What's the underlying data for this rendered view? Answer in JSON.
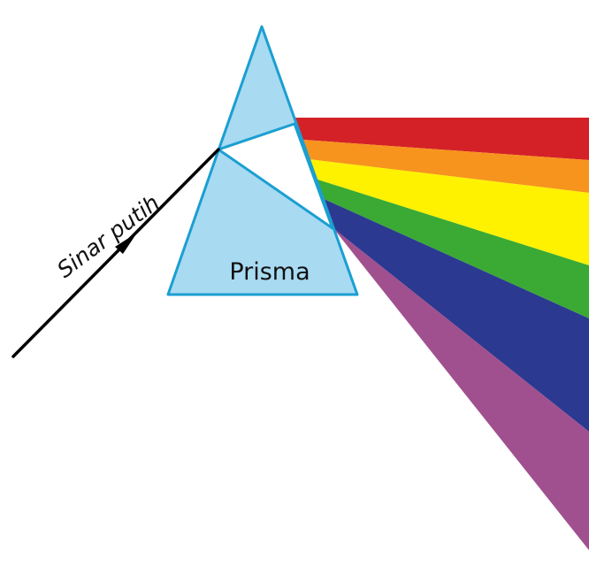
{
  "diagram": {
    "labels": {
      "incoming_ray": "Sinar putih",
      "prism": "Prisma"
    },
    "colors": {
      "background": "#ffffff",
      "prism_fill": "#a8daf2",
      "prism_stroke": "#1b9fd1",
      "inner_light_path": "#ffffff",
      "ray_line": "#000000",
      "spectrum": [
        {
          "color_name": "red",
          "hex": "#d42127"
        },
        {
          "color_name": "orange",
          "hex": "#f7941d"
        },
        {
          "color_name": "yellow",
          "hex": "#fff200"
        },
        {
          "color_name": "green",
          "hex": "#3aaa35"
        },
        {
          "color_name": "blue",
          "hex": "#2b3990"
        },
        {
          "color_name": "violet",
          "hex": "#a0508f"
        }
      ]
    }
  }
}
